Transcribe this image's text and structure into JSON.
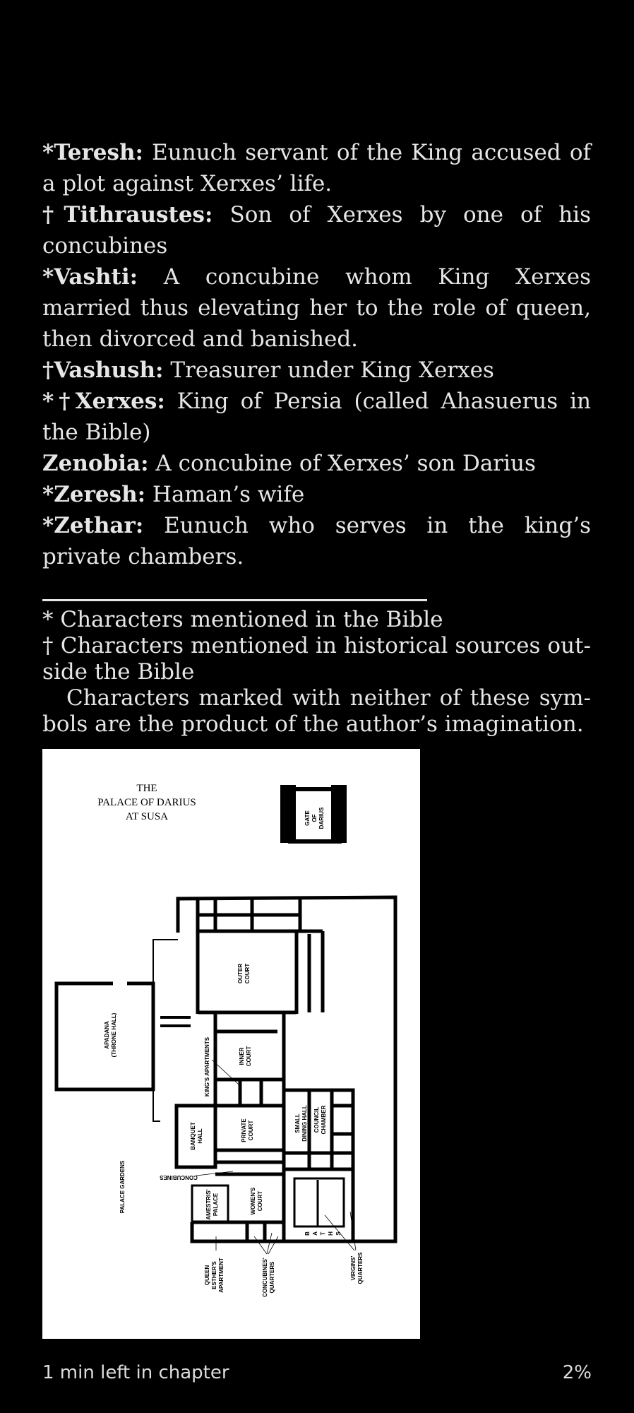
{
  "entries": [
    {
      "name": "*Teresh:",
      "desc": " Eunuch servant of the King accused of a plot against Xerxes’ life."
    },
    {
      "name": "†Tithraustes:",
      "desc": " Son of Xerxes by one of his concu­bines"
    },
    {
      "name": "*Vashti:",
      "desc": " A concubine whom King Xerxes married thus elevating her to the role of queen, then di­vorced and banished."
    },
    {
      "name": "†Vashush:",
      "desc": " Treasurer under King Xerxes"
    },
    {
      "name": "*†Xerxes:",
      "desc": " King of Persia (called Ahasuerus in the Bible)"
    },
    {
      "name": "Zenobia:",
      "desc": " A concubine of Xerxes’ son Darius"
    },
    {
      "name": "*Zeresh:",
      "desc": " Haman’s wife"
    },
    {
      "name": "*Zethar:",
      "desc": " Eunuch who serves in the king’s private chambers."
    }
  ],
  "notes": {
    "bible": "* Characters mentioned in the Bible",
    "historical": "† Characters mentioned in historical sources out­side the Bible",
    "imaginary": "Characters marked with neither of these sym­bols are the product of the author’s imagination."
  },
  "map": {
    "title_1": "THE",
    "title_2": "PALACE OF DARIUS",
    "title_3": "AT SUSA",
    "gate_1": "GATE",
    "gate_2": "OF",
    "gate_3": "DARIUS",
    "outer_1": "OUTER",
    "outer_2": "COURT",
    "apadana_1": "APADANA",
    "apadana_2": "(THRONE HALL)",
    "kings_apartments": "KING'S APARTMENTS",
    "inner_1": "INNER",
    "inner_2": "COURT",
    "banquet_1": "BANQUET",
    "banquet_2": "HALL",
    "private_1": "PRIVATE",
    "private_2": "COURT",
    "dining_1": "SMALL",
    "dining_2": "DINING HALL",
    "council_1": "COUNCIL",
    "council_2": "CHAMBER",
    "concubines": "CONCUBINES",
    "gardens": "PALACE GARDENS",
    "amestris_1": "AMESTRIS'",
    "amestris_2": "PALACE",
    "womens_1": "WOMEN'S",
    "womens_2": "COURT",
    "baths": [
      "B",
      "A",
      "T",
      "H",
      "S"
    ],
    "esther_1": "QUEEN",
    "esther_2": "ESTHER'S",
    "esther_3": "APARTMENT",
    "cq_1": "CONCUBINES'",
    "cq_2": "QUARTERS",
    "vq_1": "VIRGINS'",
    "vq_2": "QUARTERS"
  },
  "footer": {
    "time_left": "1 min left in chapter",
    "progress": "2%"
  }
}
